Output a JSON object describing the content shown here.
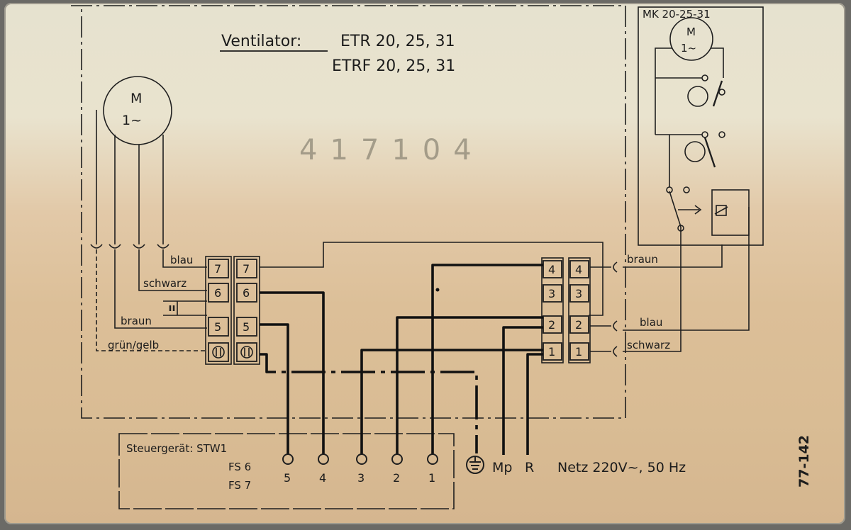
{
  "title": {
    "label": "Ventilator:",
    "line1": "ETR 20, 25, 31",
    "line2": "ETRF 20, 25, 31"
  },
  "stamp_number": "417104",
  "motor_main": {
    "line1": "M",
    "line2": "1~"
  },
  "motor_mk": {
    "line1": "M",
    "line2": "1~"
  },
  "mk_title": "MK 20-25-31",
  "left_terminal": {
    "wires": {
      "blau": "blau",
      "schwarz": "schwarz",
      "braun": "braun",
      "gruengelb": "grün/gelb"
    },
    "numbers": [
      "7",
      "6",
      "5"
    ]
  },
  "right_terminal": {
    "numbers": [
      "4",
      "3",
      "2",
      "1"
    ],
    "wires": {
      "braun": "braun",
      "blau": "blau",
      "schwarz": "schwarz"
    }
  },
  "bottom_terminals": [
    "5",
    "4",
    "3",
    "2",
    "1"
  ],
  "mains": {
    "mp": "Mp",
    "r": "R",
    "netz": "Netz 220V~, 50 Hz"
  },
  "controller": {
    "label": "Steuergerät: STW1",
    "fs6": "FS 6",
    "fs7": "FS 7"
  },
  "doc_number": "77-142",
  "colors": {
    "ink": "#1c1c1c",
    "paper_top": "#e6e2cf",
    "paper_bottom": "#d5b68f"
  }
}
